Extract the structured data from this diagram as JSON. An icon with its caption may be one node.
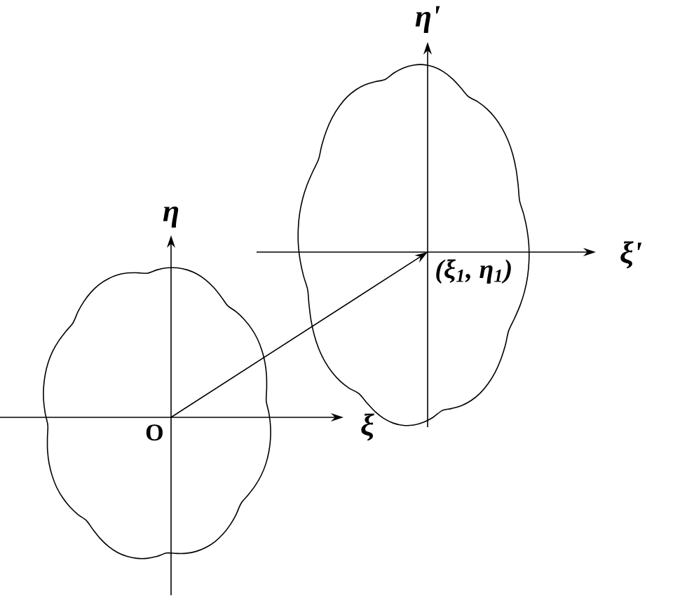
{
  "diagram": {
    "nodes": [
      {
        "text": [
          "O"
        ]
      },
      {
        "text": [
          "(ξ$_{1}$, η$_{1}$)"
        ]
      }
    ],
    "edges": [
      {
        "from": 0,
        "to": 1,
        "arrow": "to"
      }
    ],
    "labels": [
      "η'",
      "ξ'",
      "η",
      "ξ"
    ]
  }
}
